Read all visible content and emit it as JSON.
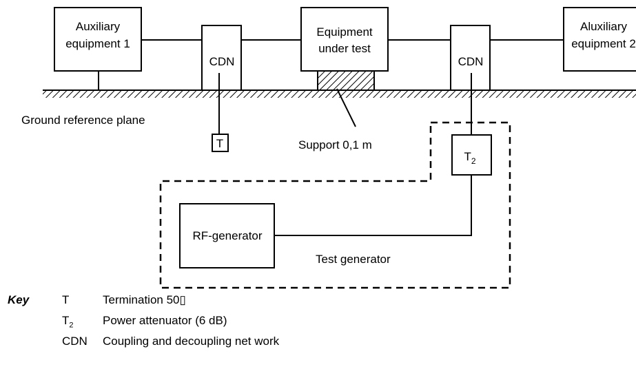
{
  "diagram": {
    "aux1": {
      "line1": "Auxiliary",
      "line2": "equipment 1"
    },
    "cdn_left": "CDN",
    "eut": {
      "line1": "Equipment",
      "line2": "under test"
    },
    "cdn_right": "CDN",
    "aux2": {
      "line1": "Aluxiliary",
      "line2": "equipment 2"
    },
    "ground_label": "Ground reference plane",
    "termination_box": "T",
    "support_label": "Support 0,1 m",
    "t2_base": "T",
    "t2_sub": "2",
    "rf_generator": "RF-generator",
    "test_generator": "Test generator"
  },
  "key": {
    "heading": "Key",
    "rows": [
      {
        "symbol": "T",
        "symbol_sub": "",
        "description": "Termination 50▯"
      },
      {
        "symbol": "T",
        "symbol_sub": "2",
        "description": "Power attenuator (6 dB)"
      },
      {
        "symbol": "CDN",
        "symbol_sub": "",
        "description": "Coupling and decoupling net work"
      }
    ]
  }
}
